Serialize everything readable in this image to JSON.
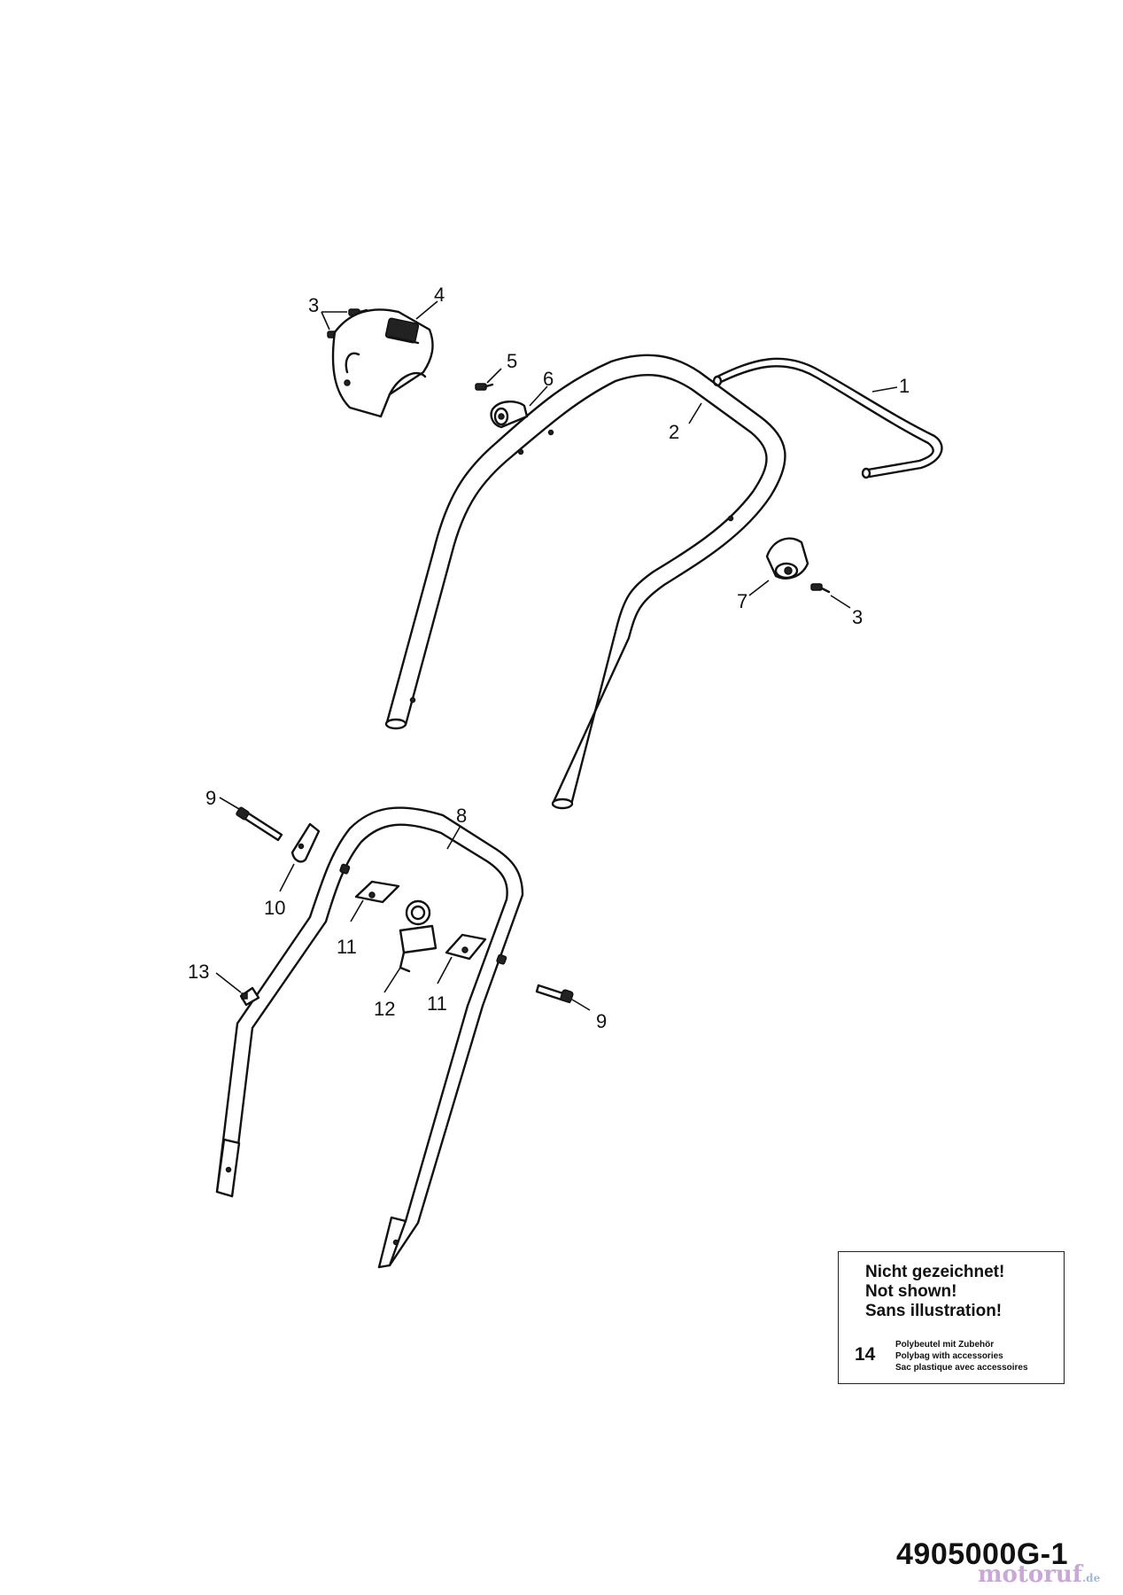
{
  "callouts": {
    "c1": "1",
    "c2": "2",
    "c3a": "3",
    "c3b": "3",
    "c4": "4",
    "c5": "5",
    "c6": "6",
    "c7": "7",
    "c8": "8",
    "c9a": "9",
    "c9b": "9",
    "c10": "10",
    "c11a": "11",
    "c11b": "11",
    "c12": "12",
    "c13": "13"
  },
  "note": {
    "line1": "Nicht gezeichnet!",
    "line2": "Not shown!",
    "line3": "Sans illustration!",
    "item_number": "14",
    "item_de": "Polybeutel mit Zubehör",
    "item_en": "Polybag with accessories",
    "item_fr": "Sac plastique avec accessoires"
  },
  "diagram_code": "4905000G-1",
  "watermark": {
    "name": "motoruf",
    "suffix": ".de"
  }
}
